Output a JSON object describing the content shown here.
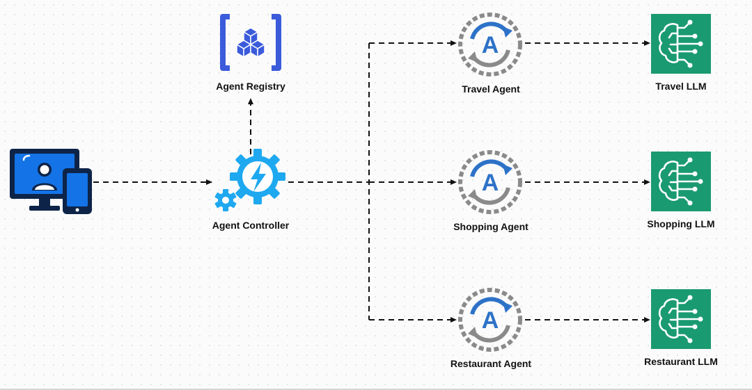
{
  "nodes": {
    "user": {
      "label": ""
    },
    "registry": {
      "label": "Agent Registry"
    },
    "controller": {
      "label": "Agent Controller"
    },
    "agents": [
      {
        "label": "Travel Agent",
        "icon_letter": "A"
      },
      {
        "label": "Shopping Agent",
        "icon_letter": "A"
      },
      {
        "label": "Restaurant Agent",
        "icon_letter": "A"
      }
    ],
    "llms": [
      {
        "label": "Travel LLM"
      },
      {
        "label": "Shopping LLM"
      },
      {
        "label": "Restaurant LLM"
      }
    ]
  },
  "icons": {
    "user": "user-devices-icon",
    "registry": "registry-cubes-icon",
    "controller": "controller-gears-icon",
    "agent": "agent-cycle-icon",
    "llm": "llm-brain-icon"
  },
  "colors": {
    "user_blue": "#1473e6",
    "user_dark": "#0d2448",
    "registry_blue": "#3b5bdb",
    "controller_blue": "#1ea8f0",
    "agent_blue": "#2d72c8",
    "agent_gray": "#8a8a8a",
    "llm_green": "#1a9a70",
    "arrow": "#111111"
  }
}
